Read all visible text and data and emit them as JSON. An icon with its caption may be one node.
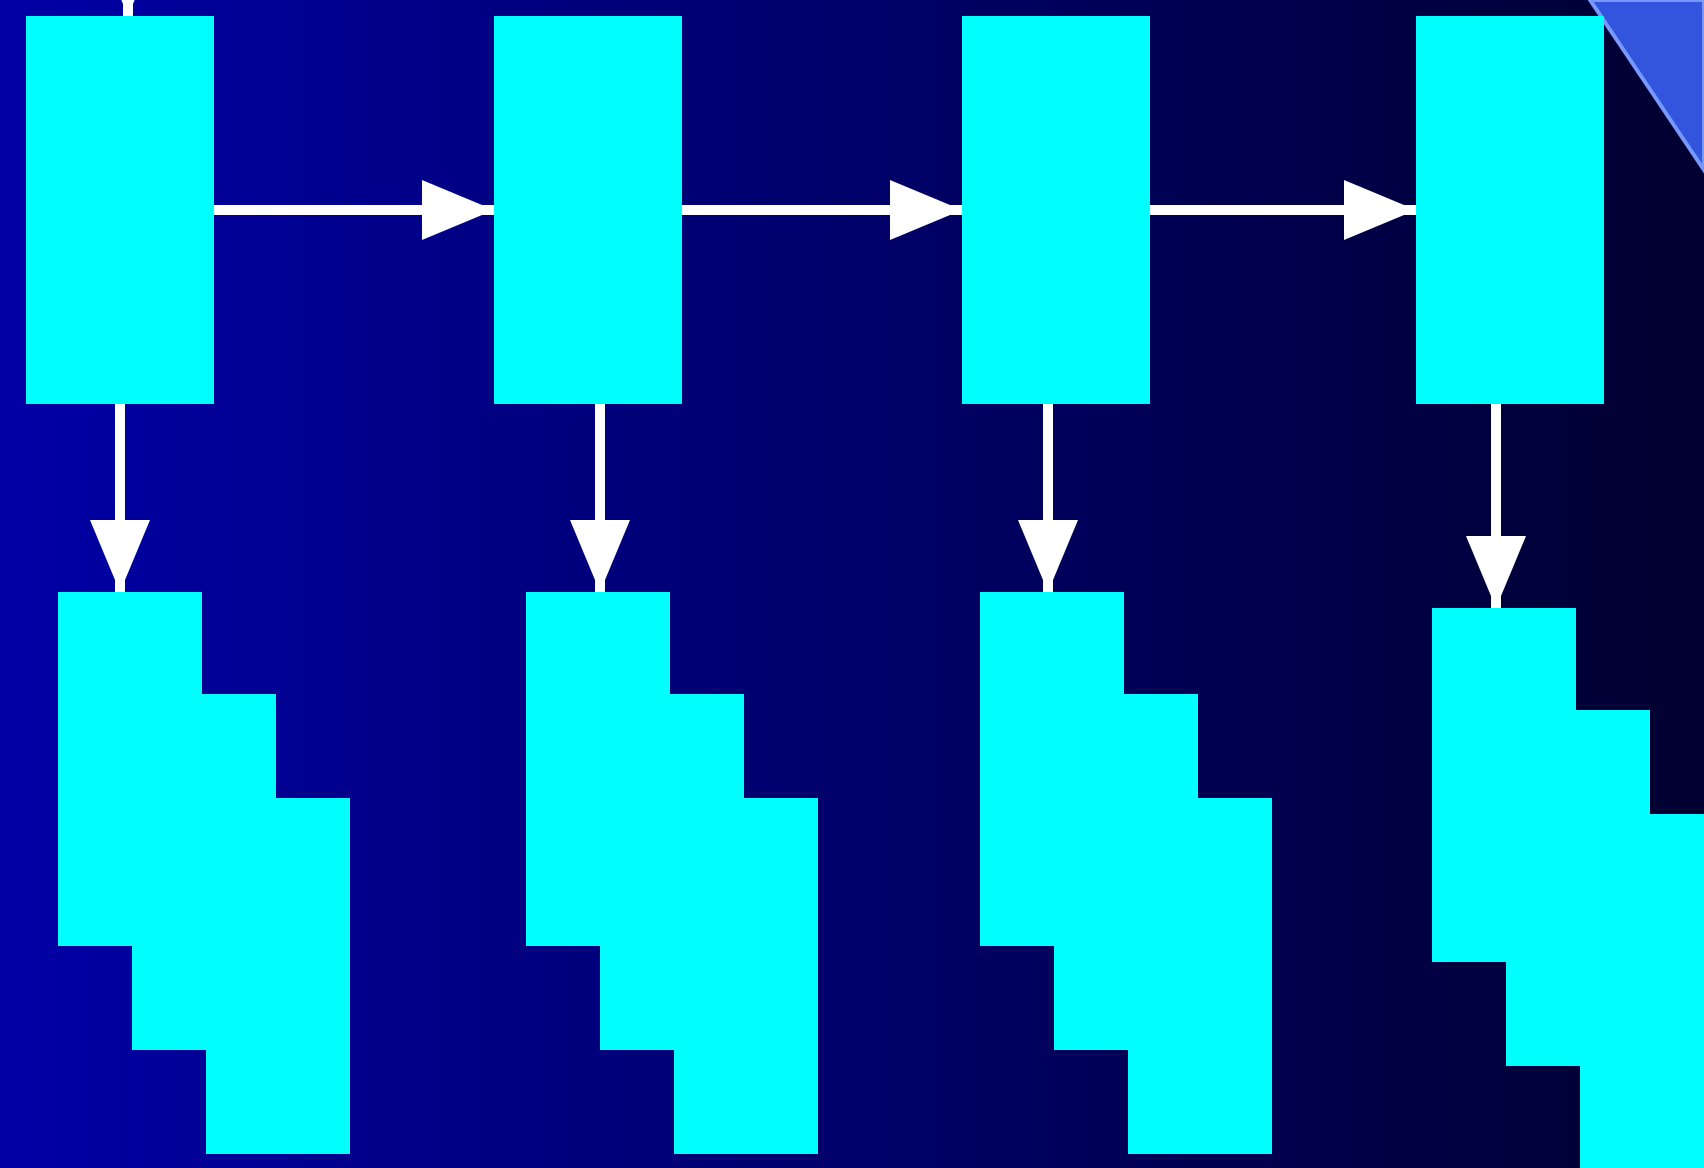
{
  "diagram": {
    "nodes": [
      {
        "text": [],
        "shape": "box"
      },
      {
        "text": [],
        "shape": "box"
      },
      {
        "text": [],
        "shape": "box"
      },
      {
        "text": [],
        "shape": "box"
      },
      {
        "text": [],
        "shape": "stack"
      },
      {
        "text": [],
        "shape": "stack"
      },
      {
        "text": [],
        "shape": "stack"
      },
      {
        "text": [],
        "shape": "stack"
      }
    ],
    "edges": [
      {
        "from": null,
        "to": 0,
        "arrow": "to"
      },
      {
        "from": 0,
        "to": 1,
        "arrow": "to"
      },
      {
        "from": 1,
        "to": 2,
        "arrow": "to"
      },
      {
        "from": 2,
        "to": 3,
        "arrow": "to"
      },
      {
        "from": 0,
        "to": 4,
        "arrow": "to"
      },
      {
        "from": 1,
        "to": 5,
        "arrow": "to"
      },
      {
        "from": 2,
        "to": 6,
        "arrow": "to"
      },
      {
        "from": 3,
        "to": 7,
        "arrow": "to"
      }
    ]
  }
}
